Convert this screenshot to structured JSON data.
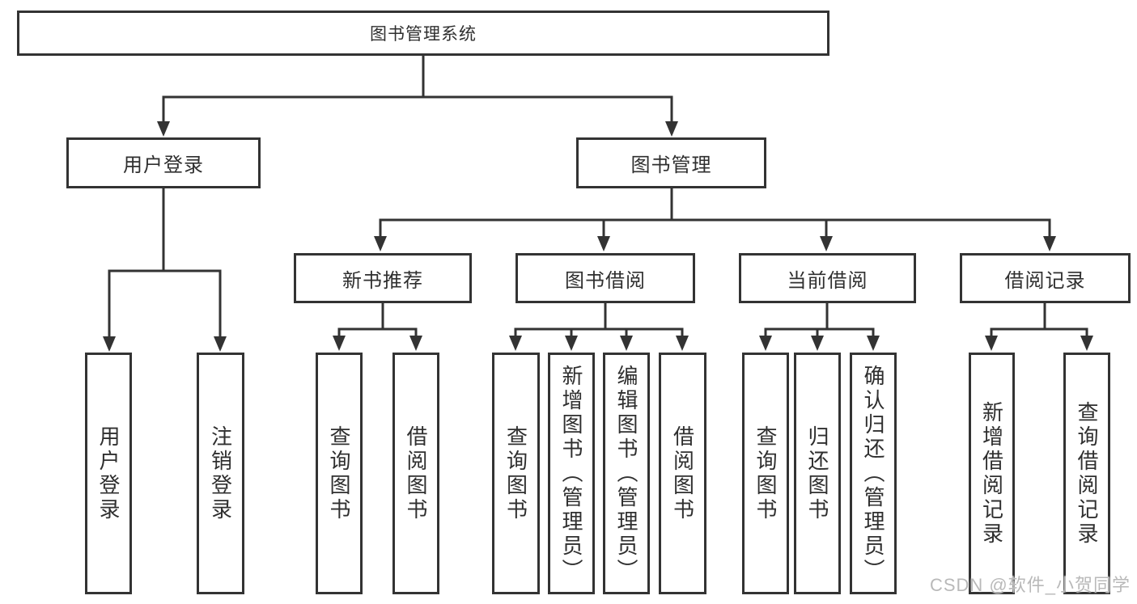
{
  "diagram": {
    "type": "hierarchy-tree",
    "nodes": {
      "root": "图书管理系统",
      "user_login": "用户登录",
      "book_mgmt": "图书管理",
      "new_book_rec": "新书推荐",
      "book_borrow": "图书借阅",
      "current_borrow": "当前借阅",
      "borrow_record": "借阅记录",
      "leaf_user_login": "用户登录",
      "leaf_logout": "注销登录",
      "leaf_newrec_query": "查询图书",
      "leaf_newrec_borrow": "借阅图书",
      "leaf_borrow_query": "查询图书",
      "leaf_borrow_add": "新增图书（管理员）",
      "leaf_borrow_edit": "编辑图书（管理员）",
      "leaf_borrow_borrow": "借阅图书",
      "leaf_current_query": "查询图书",
      "leaf_current_return": "归还图书",
      "leaf_current_confirm": "确认归还（管理员）",
      "leaf_record_add": "新增借阅记录",
      "leaf_record_query": "查询借阅记录"
    },
    "edges": [
      [
        "图书管理系统",
        "用户登录"
      ],
      [
        "图书管理系统",
        "图书管理"
      ],
      [
        "用户登录",
        "用户登录"
      ],
      [
        "用户登录",
        "注销登录"
      ],
      [
        "图书管理",
        "新书推荐"
      ],
      [
        "图书管理",
        "图书借阅"
      ],
      [
        "图书管理",
        "当前借阅"
      ],
      [
        "图书管理",
        "借阅记录"
      ],
      [
        "新书推荐",
        "查询图书"
      ],
      [
        "新书推荐",
        "借阅图书"
      ],
      [
        "图书借阅",
        "查询图书"
      ],
      [
        "图书借阅",
        "新增图书（管理员）"
      ],
      [
        "图书借阅",
        "编辑图书（管理员）"
      ],
      [
        "图书借阅",
        "借阅图书"
      ],
      [
        "当前借阅",
        "查询图书"
      ],
      [
        "当前借阅",
        "归还图书"
      ],
      [
        "当前借阅",
        "确认归还（管理员）"
      ],
      [
        "借阅记录",
        "新增借阅记录"
      ],
      [
        "借阅记录",
        "查询借阅记录"
      ]
    ],
    "colors": {
      "line": "#333333",
      "box_border": "#333333",
      "text": "#2f2f2f",
      "watermark": "#b9b9b9",
      "background": "#ffffff"
    },
    "watermark": "CSDN @软件_小贺同学"
  }
}
